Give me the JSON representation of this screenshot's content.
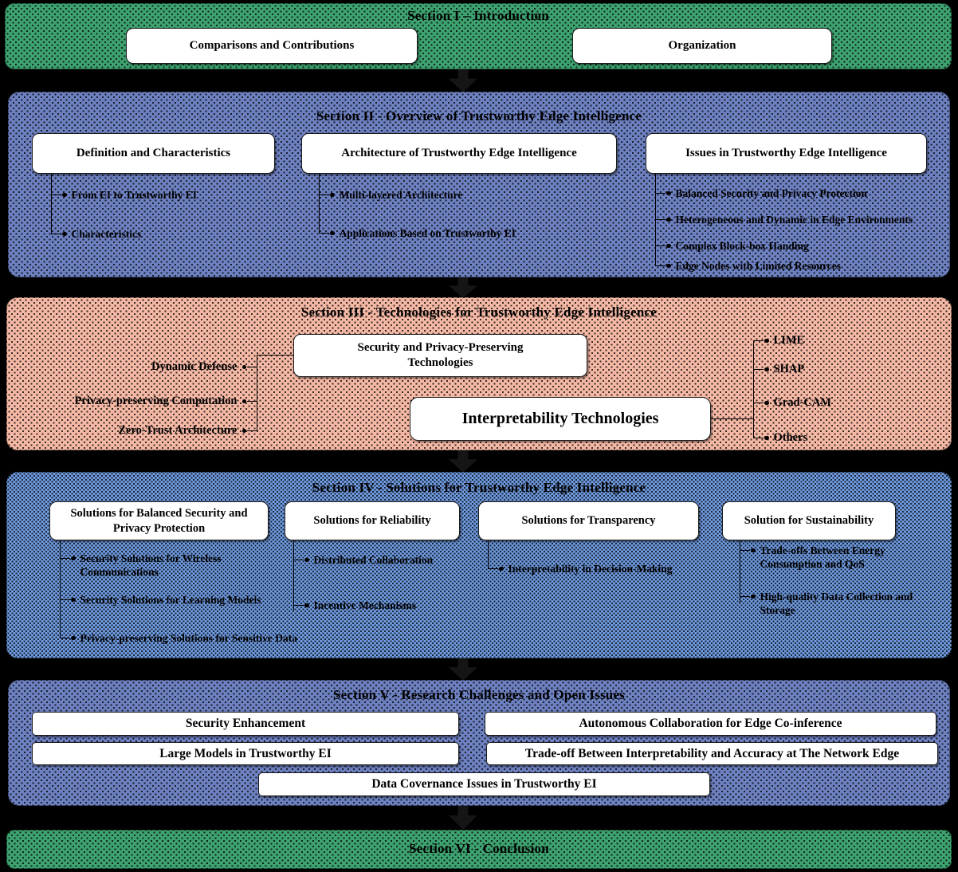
{
  "colors": {
    "page_background": "#000000",
    "section_green": "#3da26f",
    "section_blue": "#6d80c0",
    "section_salmon": "#f4b8a5",
    "section_light_blue": "#6f9ae0",
    "node_box": "#ffffff",
    "text": "#000000"
  },
  "s1": {
    "title": "Section I – Introduction",
    "box_comparisons": "Comparisons and Contributions",
    "box_organization": "Organization"
  },
  "s2": {
    "title": "Section II - Overview of Trustworthy Edge Intelligence",
    "cols": [
      {
        "box": "Definition and Characteristics",
        "bullets": [
          "From EI to Trustworthy EI",
          "Characteristics"
        ]
      },
      {
        "box": "Architecture of Trustworthy Edge Intelligence",
        "bullets": [
          "Multi-layered Architecture",
          "Applications Based on Trustworthy EI"
        ]
      },
      {
        "box": "Issues in Trustworthy Edge Intelligence",
        "bullets": [
          "Balanced Security and Privacy Protection",
          "Heterogeneous and Dynamic in Edge Environments",
          "Complex Block-box Handing",
          "Edge Nodes with Limited Resources"
        ]
      }
    ]
  },
  "s3": {
    "title": "Section III - Technologies for Trustworthy Edge Intelligence",
    "box_security": "Security and Privacy-Preserving Technologies",
    "box_interpretability": "Interpretability Technologies",
    "left_labels": [
      "Dynamic Defense",
      "Privacy-preserving Computation",
      "Zero-Trust Architecture"
    ],
    "right_labels": [
      "LIME",
      "SHAP",
      "Grad-CAM",
      "Others"
    ]
  },
  "s4": {
    "title": "Section IV - Solutions for Trustworthy Edge Intelligence",
    "cols": [
      {
        "box": "Solutions for Balanced Security and Privacy Protection",
        "bullets": [
          "Security Solutions for Wireless Communications",
          "Security Solutions for Learning Models",
          "Privacy-preserving Solutions for Sensitive Data"
        ]
      },
      {
        "box": "Solutions for Reliability",
        "bullets": [
          "Distributed Collaboration",
          "Incentive Mechanisms"
        ]
      },
      {
        "box": "Solutions for Transparency",
        "bullets": [
          "Interpretability in Decision-Making"
        ]
      },
      {
        "box": "Solution for Sustainability",
        "bullets": [
          "Trade-offs Between Energy Consumption and QoS",
          "High-quality Data Collection and Storage"
        ]
      }
    ]
  },
  "s5": {
    "title": "Section V - Research Challenges and Open Issues",
    "boxes": [
      "Security Enhancement",
      "Autonomous Collaboration for Edge Co-inference",
      "Large Models in Trustworthy EI",
      "Trade-off Between Interpretability and Accuracy at The Network Edge",
      "Data Covernance Issues in Trustworthy EI"
    ]
  },
  "s6": {
    "title": "Section VI - Conclusion"
  }
}
